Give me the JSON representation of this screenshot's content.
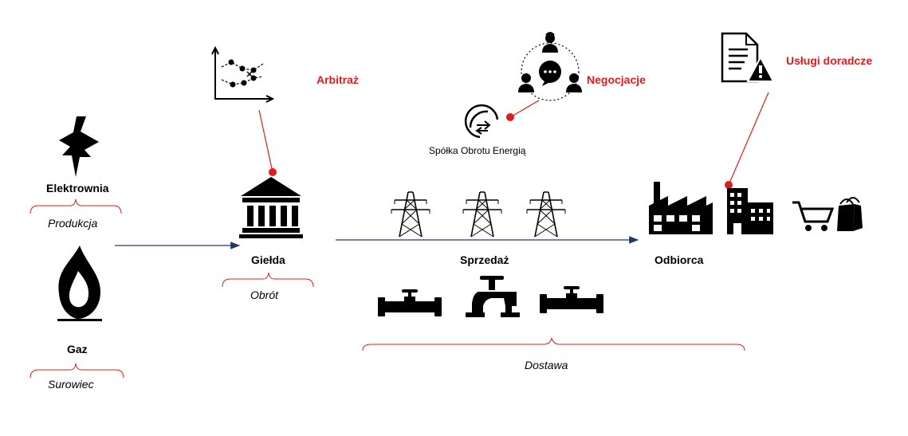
{
  "nodes": {
    "elektrownia": "Elektrownia",
    "produkcja": "Produkcja",
    "gaz": "Gaz",
    "surowiec": "Surowiec",
    "gielda": "Giełda",
    "obrot": "Obrót",
    "sprzedaz": "Sprzedaż",
    "dostawa": "Dostawa",
    "odbiorca": "Odbiorca",
    "spolka": "Spółka Obrotu Energią"
  },
  "services": {
    "arbitraz": "Arbitraż",
    "negocjacje": "Negocjacje",
    "uslugi": "Usługi doradcze"
  },
  "colors": {
    "accent": "#e01b1b",
    "arrow": "#1f3a5f",
    "icon": "#000000"
  },
  "icons": [
    "lightning-icon",
    "flame-icon",
    "stock-exchange-icon",
    "chart-icon",
    "people-negotiation-icon",
    "exchange-cycle-icon",
    "document-warning-icon",
    "power-pylon-icon",
    "pipe-icon",
    "valve-icon",
    "factory-icon",
    "office-building-icon",
    "shopping-cart-icon",
    "shopping-bag-icon"
  ]
}
